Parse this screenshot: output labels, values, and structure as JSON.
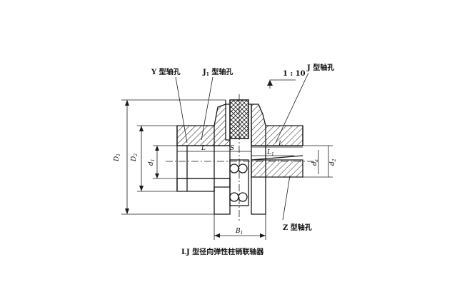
{
  "labels": {
    "y_bore": "Y 型轴孔",
    "j1_bore_main": "J",
    "j1_bore_sub": "1",
    "j1_bore_rest": " 型轴孔",
    "j_bore": "J 型轴孔",
    "z_bore": "Z 型轴孔",
    "taper": "1 : 10"
  },
  "dimensions": {
    "D1": "D",
    "D1_sub": "1",
    "D2": "D",
    "D2_sub": "2",
    "d1": "d",
    "d1_sub": "1",
    "dz": "d",
    "dz_sub": "z",
    "d2": "d",
    "d2_sub": "2",
    "L_left": "L",
    "S": "S",
    "L_right": "L",
    "L1": "L",
    "L1_sub": "1",
    "B1": "B",
    "B1_sub": "1"
  },
  "caption": "LJ 型径向弹性柱销联轴器",
  "colors": {
    "line": "#1a1a1a",
    "background": "#ffffff"
  }
}
